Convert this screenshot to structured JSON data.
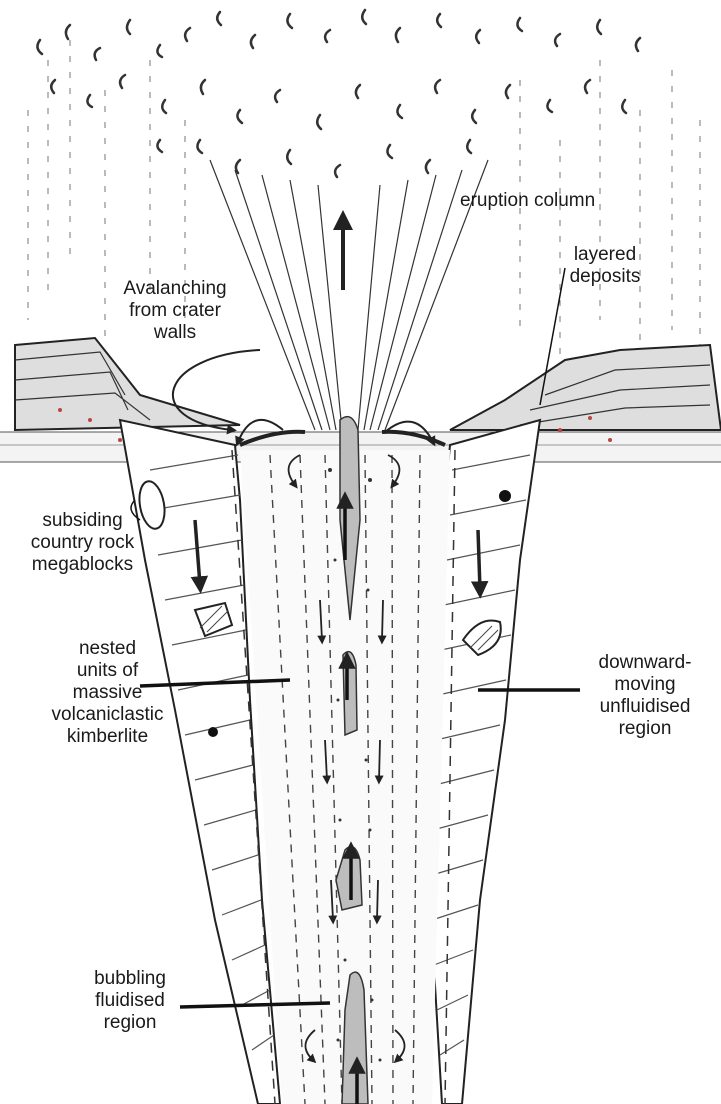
{
  "labels": {
    "eruption_column": "eruption column",
    "layered_deposits": [
      "layered",
      "deposits"
    ],
    "avalanching": [
      "Avalanching",
      "from crater",
      "walls"
    ],
    "subsiding": [
      "subsiding",
      "country rock",
      "megablocks"
    ],
    "nested_units": [
      "nested",
      "units of",
      "massive",
      "volcaniclastic",
      "kimberlite"
    ],
    "downward_moving": [
      "downward-",
      "moving",
      "unfluidised",
      "region"
    ],
    "bubbling": [
      "bubbling",
      "fluidised",
      "region"
    ]
  }
}
